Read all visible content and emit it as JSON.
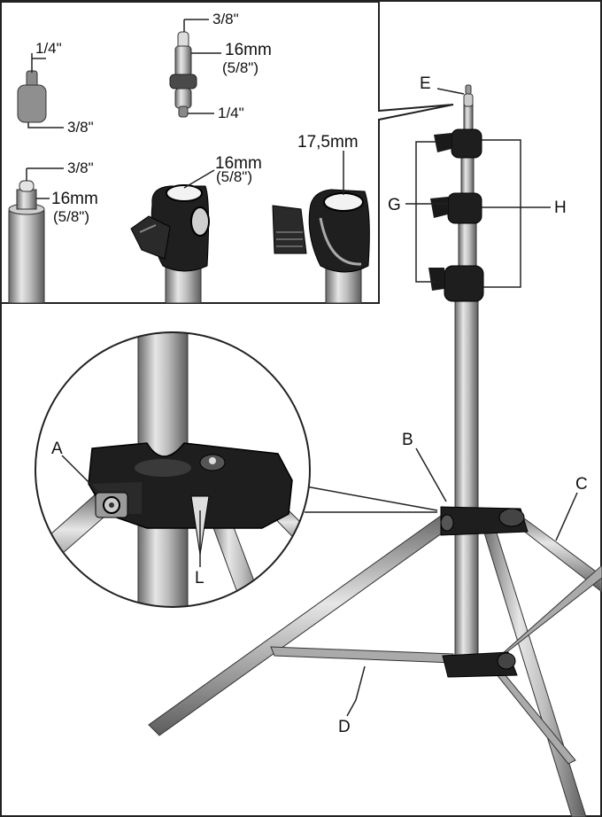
{
  "inset": {
    "thread_spigot": {
      "top": "1/4\"",
      "bottom": "3/8\""
    },
    "double_spigot": {
      "top": "3/8\"",
      "mid": "16mm",
      "mid_alt": "(5/8\")",
      "bottom": "1/4\""
    },
    "stand_top": {
      "top": "3/8\"",
      "mid": "16mm",
      "mid_alt": "(5/8\")"
    },
    "receiver_16": {
      "size": "16mm",
      "size_alt": "(5/8\")"
    },
    "receiver_17": {
      "size": "17,5mm"
    }
  },
  "parts": {
    "A": "A",
    "B": "B",
    "C": "C",
    "D": "D",
    "E": "E",
    "G": "G",
    "H": "H",
    "L": "L"
  }
}
